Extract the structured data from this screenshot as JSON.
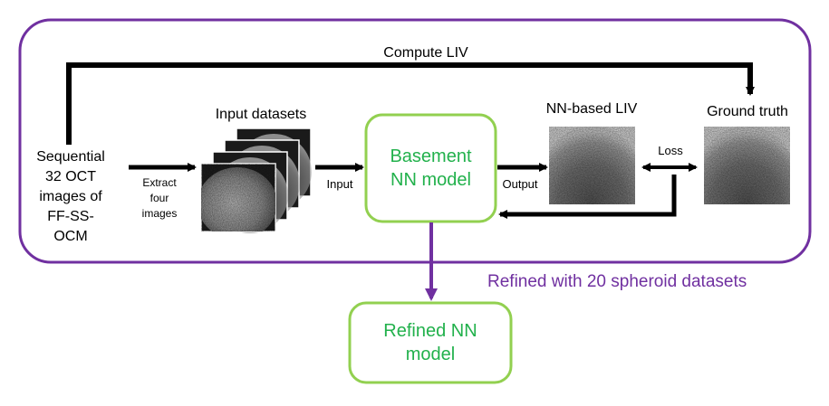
{
  "labels": {
    "compute_liv": "Compute LIV",
    "sequential": [
      "Sequential",
      "32 OCT",
      "images of",
      "FF-SS-",
      "OCM"
    ],
    "extract": [
      "Extract",
      "four",
      "images"
    ],
    "input_datasets": "Input datasets",
    "input": "Input",
    "basement_model": [
      "Basement",
      "NN model"
    ],
    "output": "Output",
    "nn_based_liv": "NN-based LIV",
    "loss": "Loss",
    "ground_truth": "Ground truth",
    "refined_with": "Refined with 20 spheroid datasets",
    "refined_model": [
      "Refined NN",
      "model"
    ]
  },
  "colors": {
    "frame_purple": "#7030a0",
    "box_green": "#92d050",
    "text_green": "#22b14c",
    "arrow_black": "#000000"
  }
}
